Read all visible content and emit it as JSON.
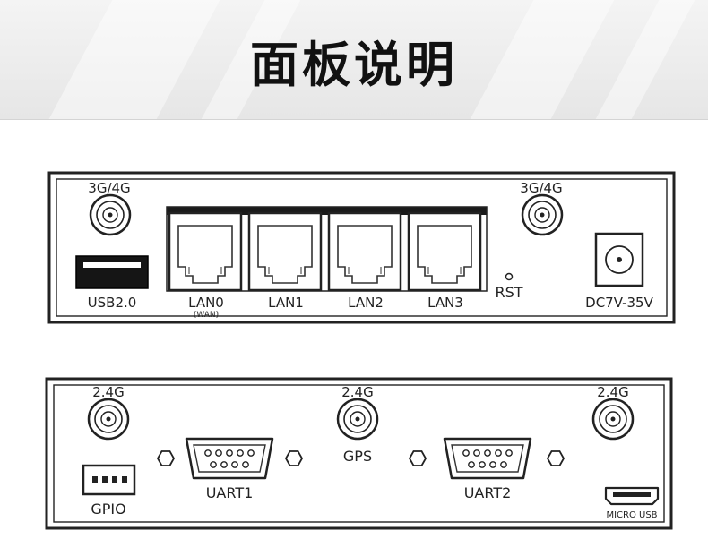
{
  "header": {
    "title": "面板说明"
  },
  "front_panel": {
    "antenna_left_label": "3G/4G",
    "antenna_right_label": "3G/4G",
    "usb_label": "USB2.0",
    "lan_ports": [
      {
        "label": "LAN0",
        "sublabel": "(WAN)"
      },
      {
        "label": "LAN1"
      },
      {
        "label": "LAN2"
      },
      {
        "label": "LAN3"
      }
    ],
    "reset_label": "RST",
    "power_label": "DC7V-35V"
  },
  "back_panel": {
    "antenna_left_label": "2.4G",
    "antenna_center_label": "2.4G",
    "antenna_center_sublabel": "GPS",
    "antenna_right_label": "2.4G",
    "gpio_label": "GPIO",
    "uart1_label": "UART1",
    "uart2_label": "UART2",
    "micro_usb_label": "MICRO USB"
  }
}
